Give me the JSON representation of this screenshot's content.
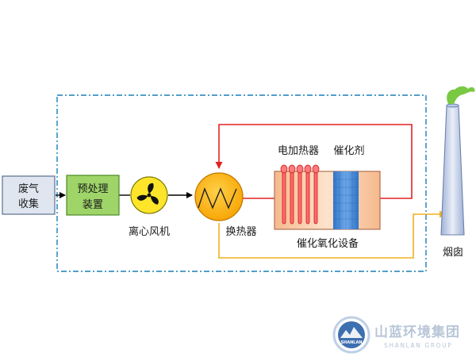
{
  "nodes": {
    "waste_gas": {
      "line1": "废气",
      "line2": "收集"
    },
    "pretreatment": {
      "line1": "预处理",
      "line2": "装置"
    },
    "fan": {
      "label": "离心风机"
    },
    "heat_exchanger": {
      "label": "换热器"
    },
    "heater": {
      "label": "电加热器"
    },
    "catalyst": {
      "label": "催化剂"
    },
    "oxidation_unit": {
      "label": "催化氧化设备"
    },
    "chimney": {
      "label": "烟囱"
    }
  },
  "watermark": {
    "company_cn": "山蓝环境集团",
    "company_en": "SHANLAN GROUP",
    "seal_text": "SHANLAN"
  },
  "colors": {
    "boundary_dash": "#1a7fb8",
    "waste_box_fill": "#dfe6f0",
    "waste_box_stroke": "#5a6f8f",
    "pretreatment_fill": "#9ed468",
    "pretreatment_stroke": "#4c8a27",
    "fan_fill": "#ffe52a",
    "exchanger_fill": "#ffb400",
    "exchanger_stroke": "#c07a00",
    "unit_fill": "#fbd6b8",
    "catalyst_fill": "#3d87d6",
    "heater_red": "#ff5b5b",
    "recycle_line": "#e32222",
    "exhaust_line": "#f0b020",
    "flow_line": "#000000",
    "chimney_fill": "#cfdaf0",
    "smoke": "#7ac943"
  },
  "icons": {
    "fan": "fan-icon",
    "heat_exchanger": "heat-exchanger-icon",
    "heater_rods": "heater-rod-icon",
    "chimney": "chimney-icon",
    "smoke": "smoke-icon",
    "seal": "company-seal-icon"
  }
}
